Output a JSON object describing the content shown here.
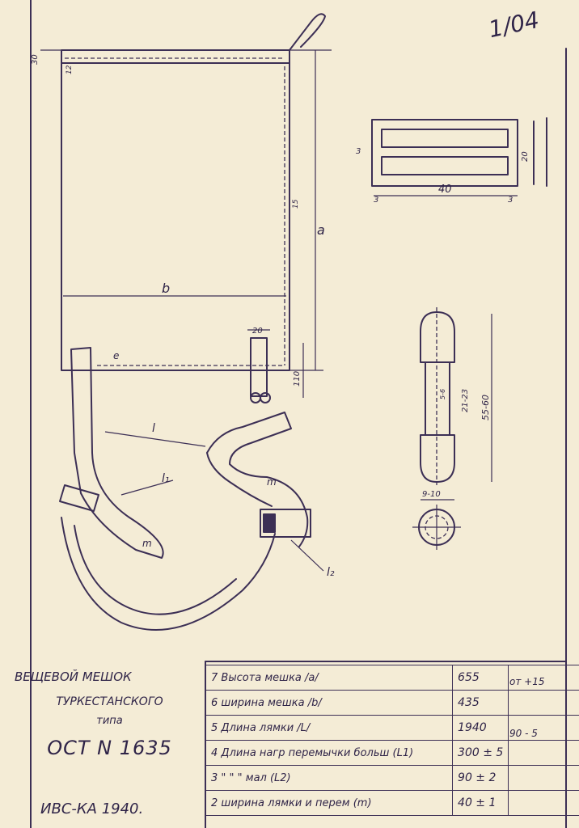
{
  "sheet_number": "1/04",
  "title": {
    "line1": "ВЕЩЕВОЙ МЕШОК",
    "line2": "ТУРКЕСТАНСКОГО",
    "line3": "типа",
    "standard": "ОСТ N 1635",
    "bottom_note": "ИВС-КА 1940."
  },
  "dimension_labels": {
    "bag_width": "b",
    "bag_height": "a",
    "strap": "l",
    "strap_l1": "l₁",
    "strap_l2": "l₂",
    "strap_width": "m",
    "top_hem": "30",
    "hem_12": "12",
    "seam_15": "15",
    "tab_width": "20",
    "tab_height": "110",
    "small_e": "e",
    "buckle_3a": "3",
    "buckle_3b": "3",
    "buckle_3c": "3",
    "buckle_40": "40",
    "buckle_20": "20",
    "toggle_length": "55-60",
    "toggle_inner": "21-23",
    "toggle_hole": "5-6",
    "toggle_diameter": "9-10"
  },
  "spec_table": [
    {
      "num": "7",
      "name": "Высота мешка /a/",
      "value": "655"
    },
    {
      "num": "6",
      "name": "ширина мешка /b/",
      "value": "435"
    },
    {
      "num": "5",
      "name": "Длина лямки /L/",
      "value": "1940"
    },
    {
      "num": "4",
      "name": "Длина нагр перемычки больш (L1)",
      "value": "300 ± 5"
    },
    {
      "num": "3",
      "name": "\"  \"  \"  мал (L2)",
      "value": "90 ± 2"
    },
    {
      "num": "2",
      "name": "ширина лямки и перем (m)",
      "value": "40 ± 1"
    }
  ],
  "tolerances": {
    "rows_7_6": "от +15",
    "row_5": "90 - 5"
  }
}
